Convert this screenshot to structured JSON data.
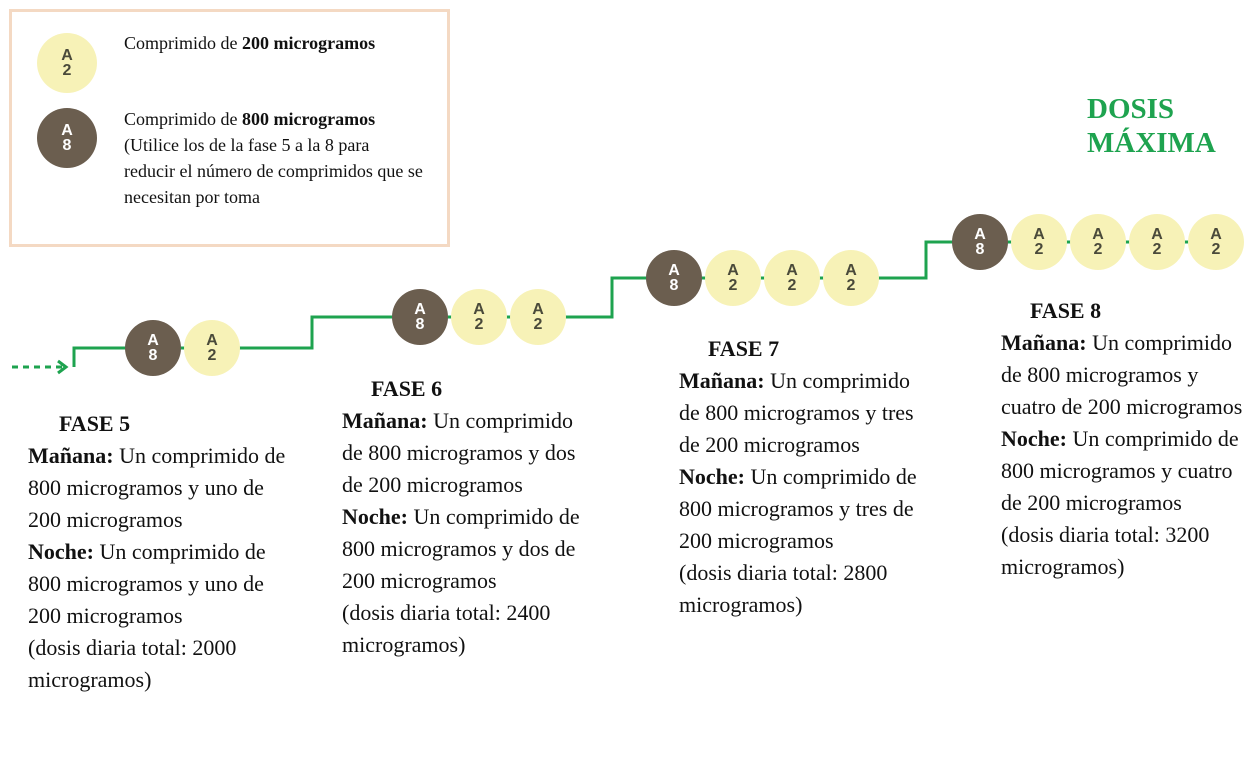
{
  "legend": {
    "items": [
      {
        "pill_top": "A",
        "pill_bottom": "2",
        "text_pre": "Comprimido de ",
        "text_bold": "200 microgramos",
        "text_post": ""
      },
      {
        "pill_top": "A",
        "pill_bottom": "8",
        "text_pre": "Comprimido de ",
        "text_bold": "800 microgramos",
        "text_post": " (Utilice los de la fase 5 a la 8 para reducir el número de comprimidos que se necesitan por toma"
      }
    ]
  },
  "max_dose": {
    "line1": "DOSIS",
    "line2": "MÁXIMA"
  },
  "colors": {
    "line": "#1ea34f",
    "pill_200": "#f7f2b7",
    "pill_800": "#6b5e4f",
    "legend_border": "#f4d9c3"
  },
  "pill_labels": {
    "a2_top": "A",
    "a2_bottom": "2",
    "a8_top": "A",
    "a8_bottom": "8"
  },
  "phases": [
    {
      "title": "FASE 5",
      "morning_label": "Mañana:",
      "morning_text": " Un comprimido de 800 microgramos y uno de 200 microgramos",
      "night_label": "Noche:",
      "night_text": " Un comprimido de 800 microgramos y uno de 200 microgramos",
      "total": "(dosis diaria total: 2000 microgramos)",
      "pills": [
        "800",
        "200"
      ]
    },
    {
      "title": "FASE 6",
      "morning_label": "Mañana:",
      "morning_text": " Un comprimido de 800 microgramos y dos de 200 microgramos",
      "night_label": "Noche:",
      "night_text": " Un comprimido de 800 microgramos y dos de 200 microgramos",
      "total": "(dosis diaria total: 2400 microgramos)",
      "pills": [
        "800",
        "200",
        "200"
      ]
    },
    {
      "title": "FASE 7",
      "morning_label": "Mañana:",
      "morning_text": " Un comprimido de 800 microgramos y tres de 200 microgramos",
      "night_label": "Noche:",
      "night_text": " Un comprimido de 800 microgramos y tres de 200 microgramos",
      "total": "(dosis diaria total: 2800 microgramos)",
      "pills": [
        "800",
        "200",
        "200",
        "200"
      ]
    },
    {
      "title": "FASE 8",
      "morning_label": "Mañana:",
      "morning_text": " Un comprimido de 800 microgramos y cuatro de 200 microgramos",
      "night_label": "Noche:",
      "night_text": " Un comprimido de 800 microgramos y cuatro de 200 microgramos",
      "total": "(dosis diaria total: 3200 microgramos)",
      "pills": [
        "800",
        "200",
        "200",
        "200",
        "200"
      ]
    }
  ]
}
